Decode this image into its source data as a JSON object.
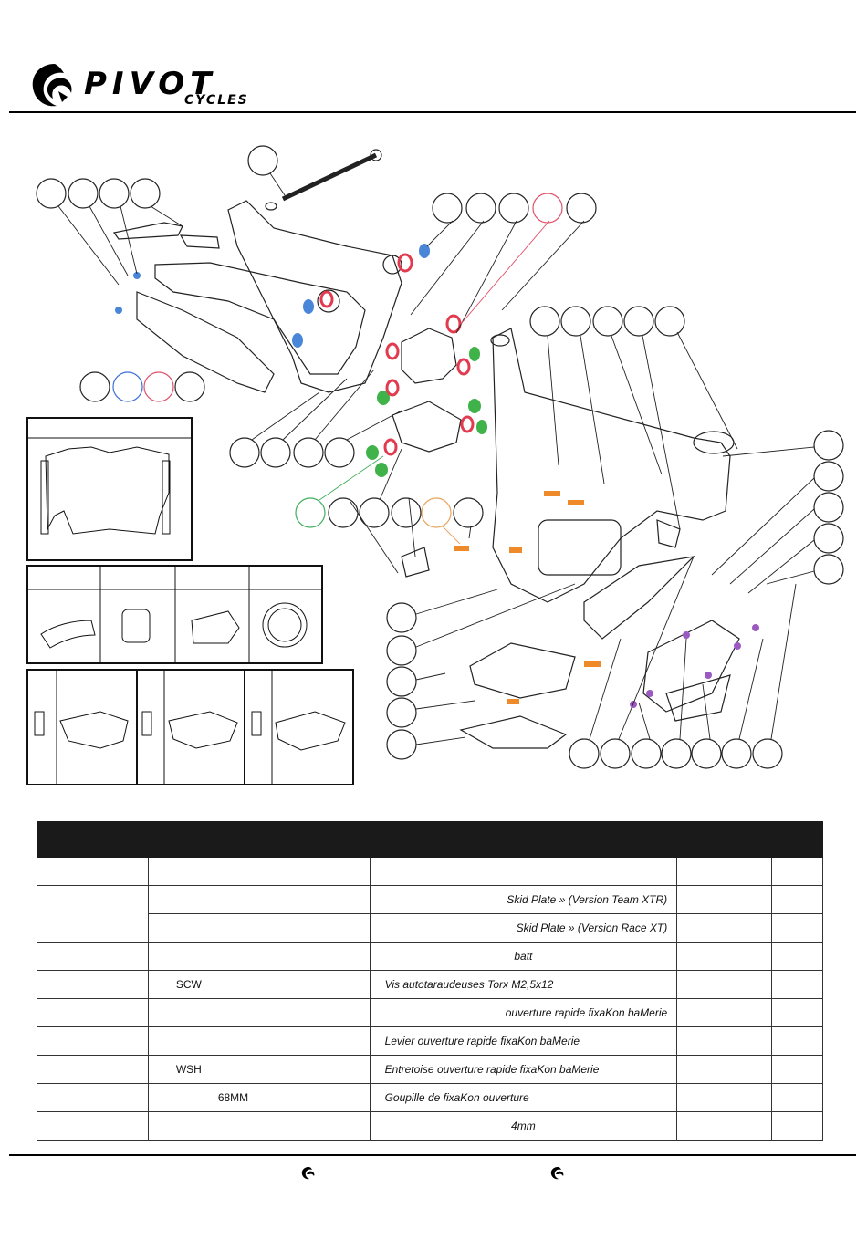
{
  "brand": {
    "wordmark": "PIVOT",
    "subtitle": "CYCLES",
    "accent": "#000000"
  },
  "colors": {
    "callout_default": "#222222",
    "callout_blue": "#3a6fd8",
    "callout_red": "#e0506a",
    "callout_green": "#3fae5a",
    "callout_orange": "#e8a35a",
    "part_red": "#e23a4f",
    "part_green": "#3fb24a",
    "part_blue": "#4a86d8",
    "part_orange": "#ef8a2a",
    "part_purple": "#9b59c2"
  },
  "table": {
    "rows": [
      {
        "code": "",
        "desc": ""
      },
      {
        "code": "",
        "desc": "Skid Plate » (Version Team XTR)"
      },
      {
        "code": "",
        "desc": "Skid Plate » (Version Race XT)"
      },
      {
        "code": "",
        "desc": "batt"
      },
      {
        "code": "SCW",
        "desc": "Vis autotaraudeuses Torx M2,5x12"
      },
      {
        "code": "",
        "desc": "ouverture rapide fixaKon baMerie"
      },
      {
        "code": "",
        "desc": "Levier ouverture rapide fixaKon baMerie"
      },
      {
        "code": "WSH",
        "desc": "Entretoise ouverture rapide fixaKon baMerie"
      },
      {
        "code": "68MM",
        "desc": "Goupille de fixaKon ouverture"
      },
      {
        "code": "",
        "desc": "4mm"
      }
    ]
  },
  "footer": {
    "icons": [
      "pivot-logo-icon",
      "pivot-logo-icon"
    ]
  }
}
